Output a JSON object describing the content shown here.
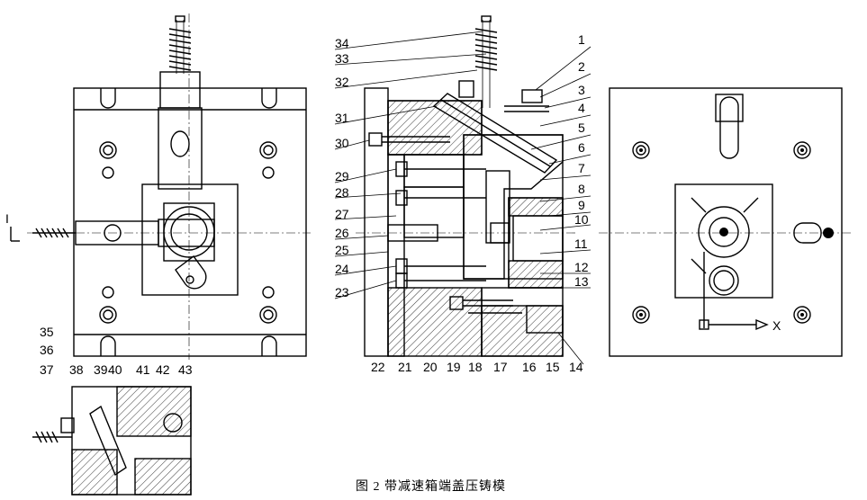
{
  "caption": "图 2 带减速箱端盖压铸模",
  "section_labels": {
    "left_view": "I",
    "right_view_axis": "X"
  },
  "part_numbers": {
    "right_side": [
      "1",
      "2",
      "3",
      "4",
      "5",
      "6",
      "7",
      "8",
      "9",
      "10",
      "11",
      "12",
      "13",
      "14"
    ],
    "bottom_row": [
      "22",
      "21",
      "20",
      "19",
      "18",
      "17",
      "16",
      "15"
    ],
    "left_side": [
      "34",
      "33",
      "32",
      "31",
      "30",
      "29",
      "28",
      "27",
      "26",
      "25",
      "24",
      "23"
    ],
    "detail": [
      "35",
      "36",
      "37",
      "38",
      "39",
      "40",
      "41",
      "42",
      "43"
    ]
  }
}
